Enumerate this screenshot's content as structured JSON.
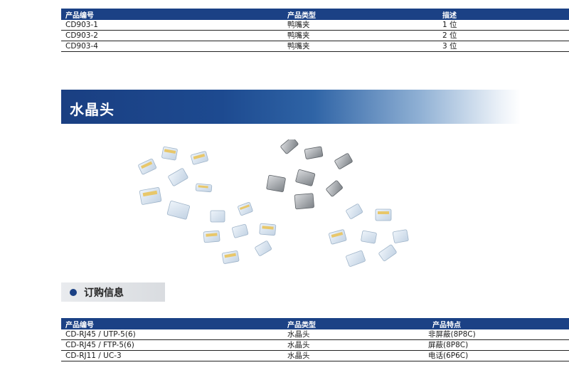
{
  "table1": {
    "headers": [
      "产品编号",
      "产品类型",
      "描述"
    ],
    "rows": [
      [
        "CD903-1",
        "鸭嘴夹",
        "1 位"
      ],
      [
        "CD903-2",
        "鸭嘴夹",
        "2 位"
      ],
      [
        "CD903-4",
        "鸭嘴夹",
        "3 位"
      ]
    ]
  },
  "banner": {
    "title": "水晶头"
  },
  "section": {
    "title": "订购信息"
  },
  "table2": {
    "headers": [
      "产品编号",
      "产品类型",
      "产品特点"
    ],
    "rows": [
      [
        "CD-RJ45 / UTP-5(6)",
        "水晶头",
        "非屏蔽(8P8C)"
      ],
      [
        "CD-RJ45 / FTP-5(6)",
        "水晶头",
        "屏蔽(8P8C)"
      ],
      [
        "CD-RJ11 / UC-3",
        "水晶头",
        "电话(6P6C)"
      ]
    ]
  },
  "colors": {
    "header_blue": "#1b4185",
    "accent": "#1d4a90"
  }
}
